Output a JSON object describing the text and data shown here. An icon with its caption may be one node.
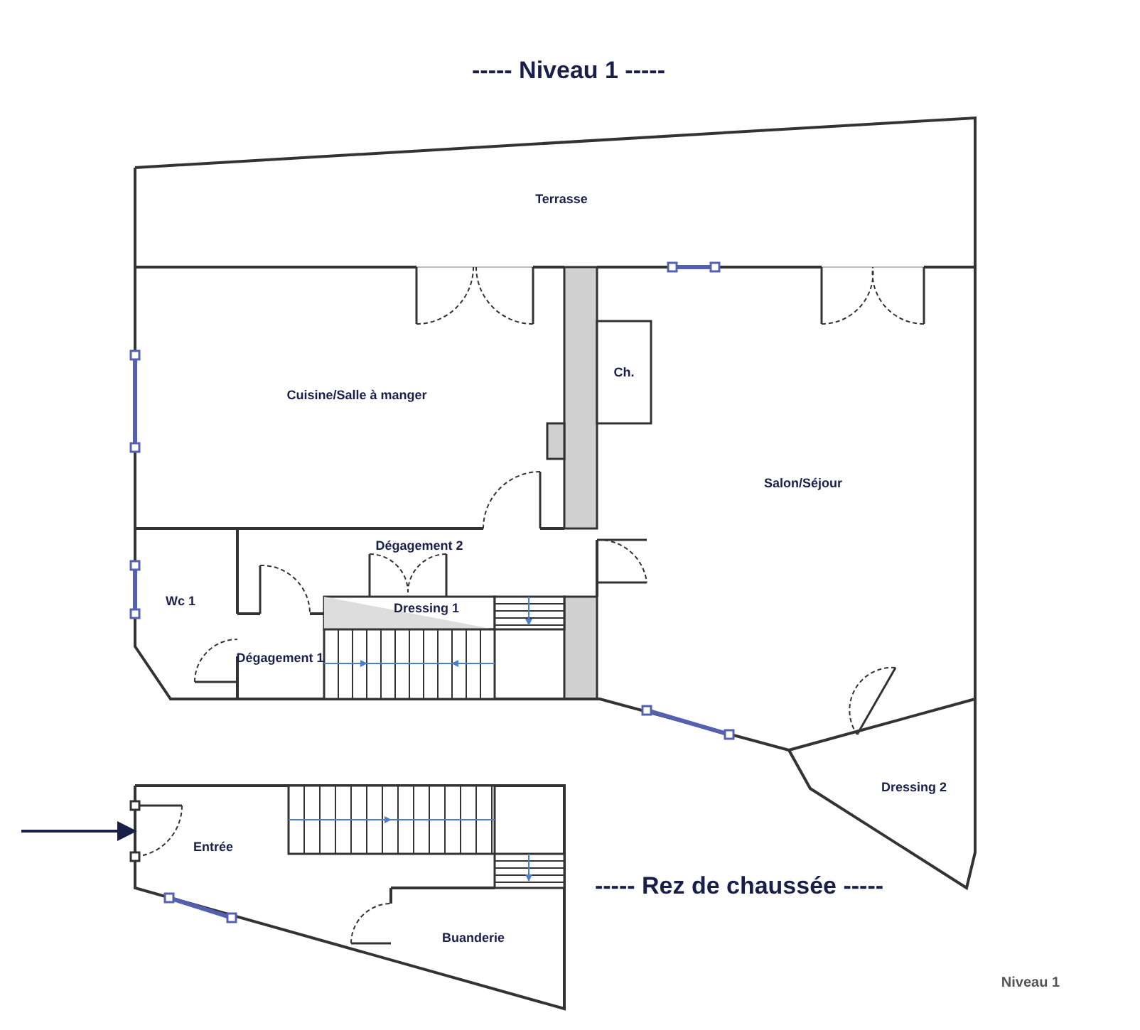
{
  "diagram": {
    "title": "-----  Niveau 1  -----",
    "nodes": [
      {
        "text": [
          "Terrasse"
        ]
      },
      {
        "text": [
          "Cuisine/Salle à manger"
        ]
      },
      {
        "text": [
          "Ch."
        ]
      },
      {
        "text": [
          "Salon/Séjour"
        ]
      },
      {
        "text": [
          "Dégagement 2"
        ]
      },
      {
        "text": [
          "Wc 1"
        ]
      },
      {
        "text": [
          "Dressing 1"
        ]
      },
      {
        "text": [
          "Dégagement 1"
        ]
      },
      {
        "text": [
          "Dressing 2"
        ]
      },
      {
        "text": [
          "Entrée"
        ]
      },
      {
        "text": [
          "Buanderie"
        ]
      }
    ],
    "edges": [
      {
        "from": null,
        "to": 9,
        "arrow": "to"
      }
    ],
    "labels": [
      "-----  Rez de chaussée  -----",
      "Niveau 1"
    ]
  }
}
